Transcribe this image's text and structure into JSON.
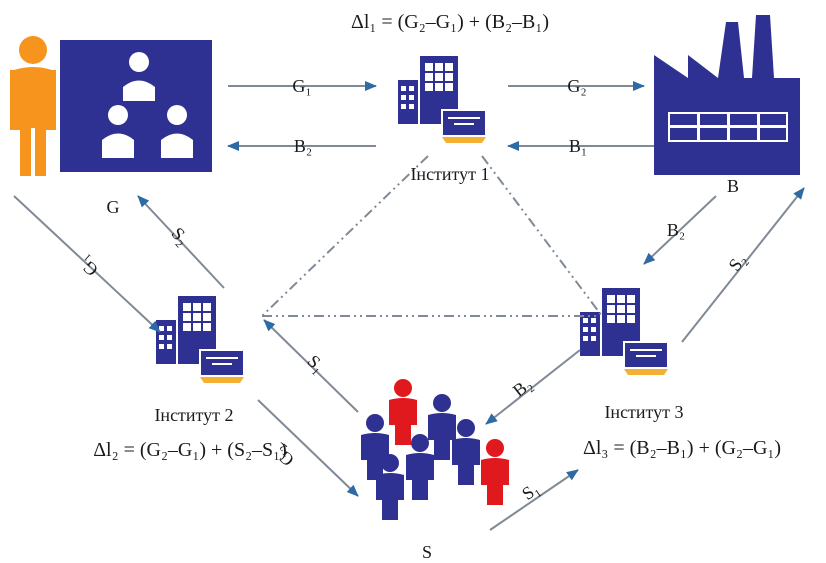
{
  "nodes": {
    "g": {
      "letter": "G"
    },
    "b": {
      "letter": "B"
    },
    "s": {
      "letter": "S"
    },
    "inst1": {
      "label": "Інститут 1"
    },
    "inst2": {
      "label": "Інститут 2"
    },
    "inst3": {
      "label": "Інститут 3"
    }
  },
  "formulas": {
    "dl1": "Δl₁ = (G₂–G₁) + (B₂–B₁)",
    "dl2": "Δl₂ = (G₂–G₁) + (S₂–S₁)",
    "dl3": "Δl₃ = (B₂–B₁) + (G₂–G₁)"
  },
  "flows": {
    "g1_top": "G₁",
    "g2_top": "G₂",
    "b2_top": "B₂",
    "b1_top": "B₁",
    "s2_left": "S₂",
    "g1_left": "G₁",
    "s1_left": "S₁",
    "g2_left": "G₂",
    "b2_right": "B₂",
    "s2_right": "S₂",
    "b2_bottom": "B₂",
    "s1_bottom": "S₁"
  },
  "colors": {
    "navy": "#2e3192",
    "orange": "#f7941d",
    "red": "#e0191e",
    "arrow_fill": "#2e6aa3",
    "arrow_line": "#7f8a96",
    "gold": "#f2b134"
  }
}
